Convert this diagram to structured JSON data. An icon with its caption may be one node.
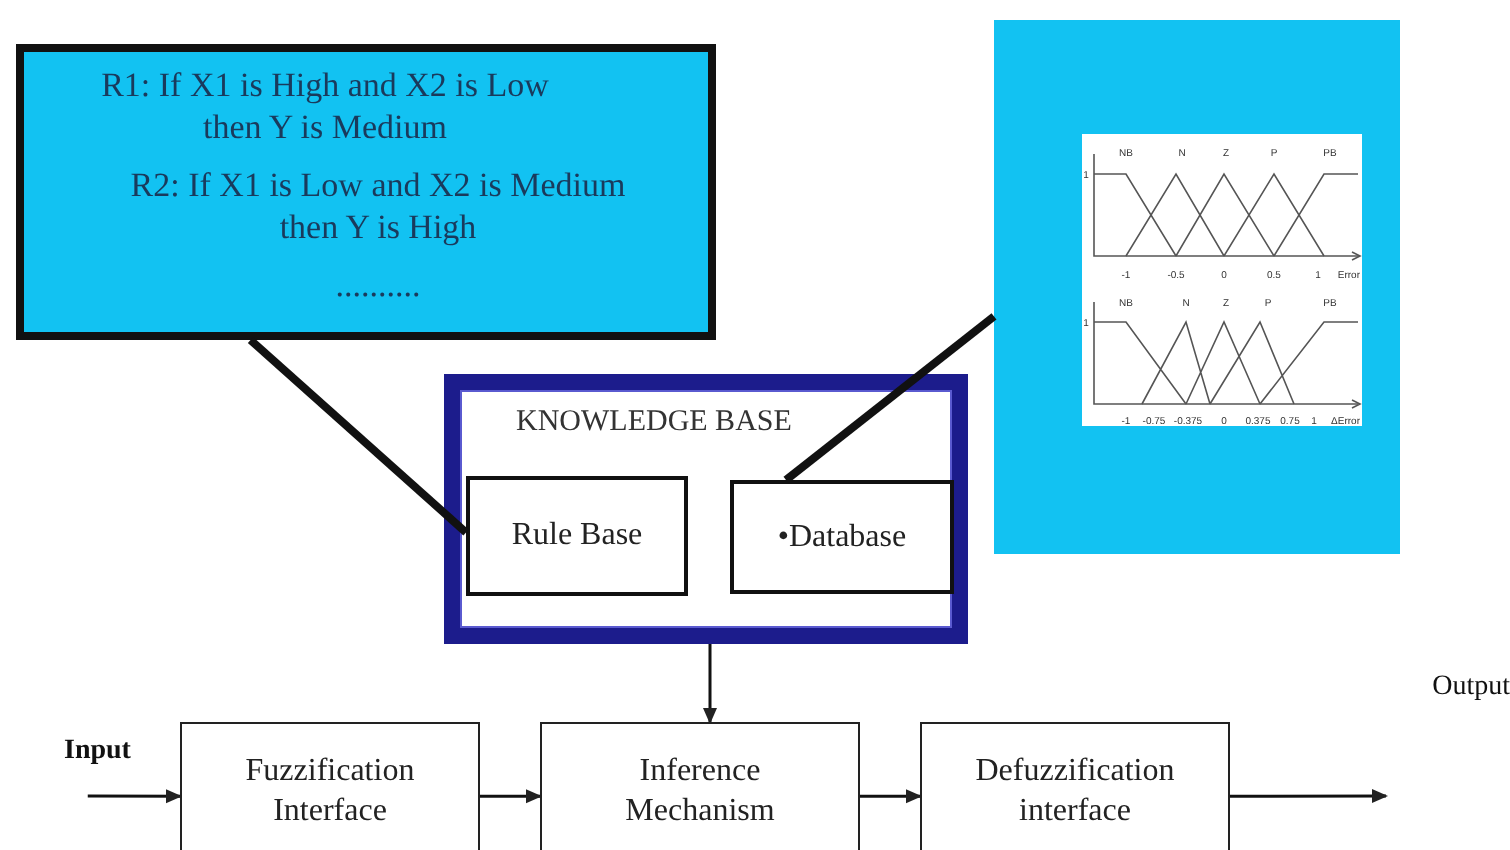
{
  "diagram": {
    "nodes": [
      {
        "text": [
          "R1: If X1 is High and X2 is Low then Y is Medium",
          "R2: If X1 is Low and X2 is Medium then Y is High",
          ".........."
        ]
      },
      {
        "text": [],
        "shape": "picture"
      },
      {
        "text": [
          "KNOWLEDGE BASE"
        ]
      },
      {
        "text": [
          "Rule Base"
        ],
        "in": 2
      },
      {
        "text": [
          "•Database"
        ],
        "in": 2
      },
      {
        "text": [
          "Input"
        ]
      },
      {
        "text": [
          "Fuzzification Interface"
        ]
      },
      {
        "text": [
          "Inference Mechanism"
        ]
      },
      {
        "text": [
          "Defuzzification interface"
        ]
      },
      {
        "text": [
          "Output"
        ]
      }
    ],
    "edges": [
      {
        "from": 0,
        "to": 3,
        "arrow": "none",
        "style": "thick"
      },
      {
        "from": 1,
        "to": 4,
        "arrow": "none",
        "style": "thick"
      },
      {
        "from": 2,
        "to": 7,
        "arrow": "to"
      },
      {
        "from": 5,
        "to": 6,
        "arrow": "to"
      },
      {
        "from": 6,
        "to": 7,
        "arrow": "to"
      },
      {
        "from": 7,
        "to": 8,
        "arrow": "to"
      },
      {
        "from": 8,
        "to": 9,
        "arrow": "to"
      }
    ],
    "labels": [
      "1",
      "NB",
      "N",
      "Z",
      "P",
      "PB",
      "-1",
      "-0.5",
      "0",
      "0.5",
      "1",
      "Error",
      "1",
      "NB",
      "N",
      "Z",
      "P",
      "PB",
      "-1",
      "-0.75",
      "-0.375",
      "0",
      "0.375",
      "0.75",
      "1",
      "ΔError"
    ]
  }
}
